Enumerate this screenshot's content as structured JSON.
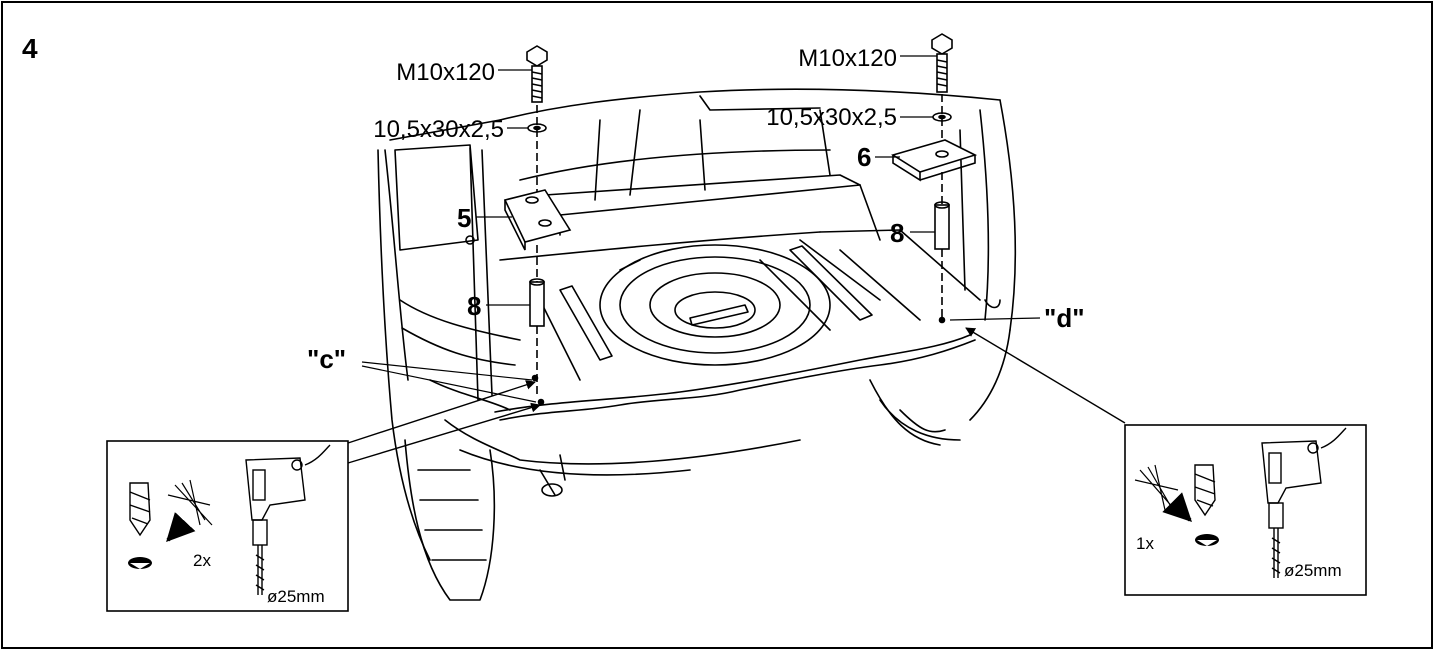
{
  "step_number": "4",
  "labels": {
    "bolt_left": "M10x120",
    "bolt_right": "M10x120",
    "washer_left": "10,5x30x2,5",
    "washer_right": "10,5x30x2,5",
    "plate_left": "5",
    "plate_right": "6",
    "spacer_left": "8",
    "spacer_right": "8",
    "point_c": "\"c\"",
    "point_d": "\"d\""
  },
  "inset_left": {
    "count": "2x",
    "drill_size": "ø25mm"
  },
  "inset_right": {
    "count": "1x",
    "drill_size": "ø25mm"
  },
  "colors": {
    "line": "#000000",
    "background": "#ffffff"
  }
}
